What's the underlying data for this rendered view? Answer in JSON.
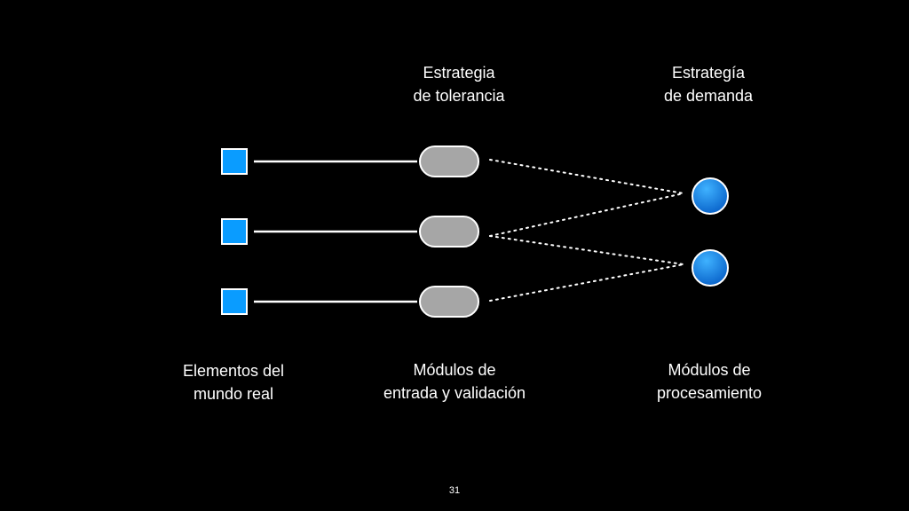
{
  "header_labels": {
    "tolerance_strategy": [
      "Estrategia",
      "de tolerancia"
    ],
    "demand_strategy": [
      "Estrategía",
      "de demanda"
    ]
  },
  "footer_labels": {
    "real_world_elements": [
      "Elementos del",
      "mundo real"
    ],
    "input_modules": [
      "Módulos de",
      "entrada y validación"
    ],
    "processing_modules": [
      "Módulos de",
      "procesamiento"
    ]
  },
  "colors": {
    "background": "#000000",
    "square_fill": "#0a9cff",
    "module_fill": "#a6a6a6",
    "node_fill": "#0a7fe0",
    "stroke": "#ffffff"
  },
  "page_number": "31"
}
